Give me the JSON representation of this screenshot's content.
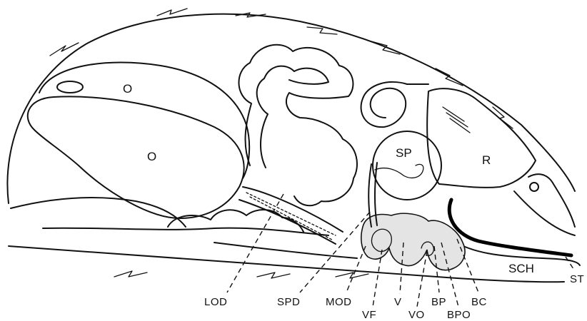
{
  "diagram": {
    "region_labels": {
      "o_upper": "O",
      "o_lower": "O",
      "sp": "SP",
      "r": "R",
      "sch": "SCH"
    },
    "callout_labels": {
      "lod": "LOD",
      "spd": "SPD",
      "mod": "MOD",
      "vf": "VF",
      "v": "V",
      "vo": "VO",
      "bp": "BP",
      "bpo": "BPO",
      "bc": "BC",
      "st": "ST"
    }
  }
}
